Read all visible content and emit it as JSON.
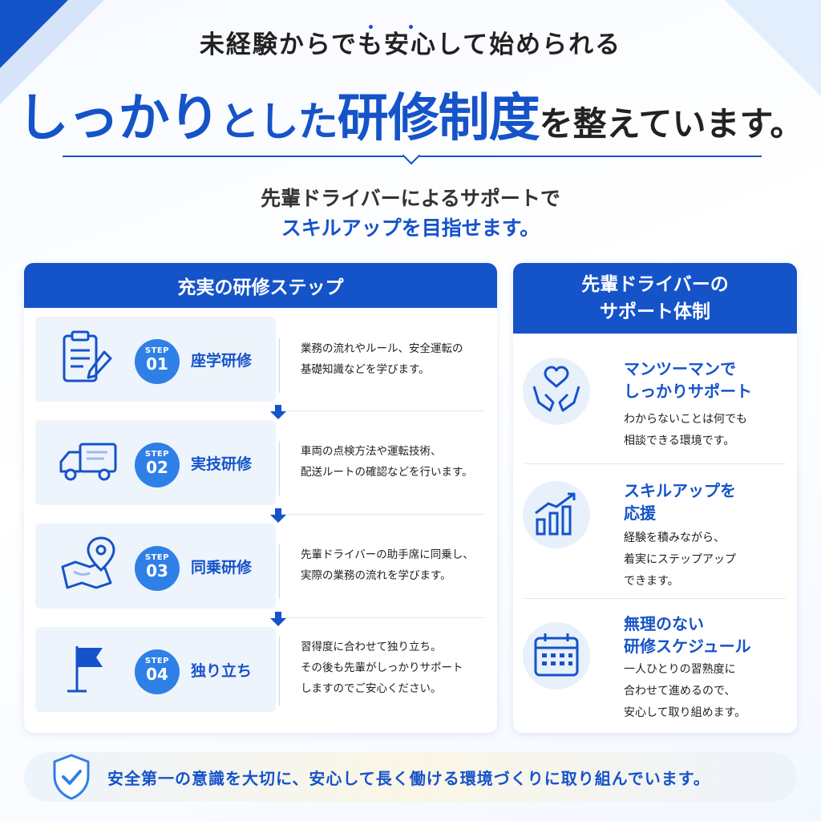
{
  "colors": {
    "primary": "#1553c9",
    "badge": "#2f80e6",
    "text": "#222222"
  },
  "header": {
    "kicker_parts": [
      "未経験",
      "からで",
      "も",
      "安心",
      "して始められる"
    ],
    "headline_parts": [
      "しっかり",
      "とし",
      "た",
      "研修制度",
      "を整えています。"
    ],
    "sub_line1": "先輩ドライバーによるサポートで",
    "sub_line2": "スキルアップを目指せます。"
  },
  "steps_panel": {
    "title": "充実の研修ステップ",
    "steps": [
      {
        "icon": "clipboard-pen-icon",
        "label": "STEP",
        "number": "01",
        "title": "座学研修",
        "desc": [
          "業務の流れやルール、安全運転の",
          "基礎知識などを学びます。"
        ]
      },
      {
        "icon": "truck-icon",
        "label": "STEP",
        "number": "02",
        "title": "実技研修",
        "desc": [
          "車両の点検方法や運転技術、",
          "配送ルートの確認などを行います。"
        ]
      },
      {
        "icon": "map-pin-icon",
        "label": "STEP",
        "number": "03",
        "title": "同乗研修",
        "desc": [
          "先輩ドライバーの助手席に同乗し、",
          "実際の業務の流れを学びます。"
        ]
      },
      {
        "icon": "flag-icon",
        "label": "STEP",
        "number": "04",
        "title": "独り立ち",
        "desc": [
          "習得度に合わせて独り立ち。",
          "その後も先輩がしっかりサポート",
          "しますのでご安心ください。"
        ]
      }
    ]
  },
  "support_panel": {
    "title_line1": "先輩ドライバーの",
    "title_line2": "サポート体制",
    "items": [
      {
        "icon": "hands-heart-icon",
        "title": [
          "マンツーマンで",
          "しっかりサポート"
        ],
        "desc": [
          "わからないことは何でも",
          "相談できる環境です。"
        ]
      },
      {
        "icon": "growth-chart-icon",
        "title": [
          "スキルアップを",
          "応援"
        ],
        "desc": [
          "経験を積みながら、",
          "着実にステップアップ",
          "できます。"
        ]
      },
      {
        "icon": "calendar-icon",
        "title": [
          "無理のない",
          "研修スケジュール"
        ],
        "desc": [
          "一人ひとりの習熟度に",
          "合わせて進めるので、",
          "安心して取り組めます。"
        ]
      }
    ]
  },
  "footer": {
    "icon": "shield-check-icon",
    "text": "安全第一の意識を大切に、安心して長く働ける環境づくりに取り組んでいます。"
  }
}
